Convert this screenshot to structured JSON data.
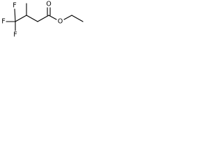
{
  "structure": {
    "atom_labels": {
      "f_top": "F",
      "f_left": "F",
      "f_bottom": "F",
      "o_carbonyl": "O",
      "o_ester": "O"
    },
    "colors": {
      "bond": "#000000",
      "label": "#000000",
      "background": "#ffffff"
    }
  }
}
